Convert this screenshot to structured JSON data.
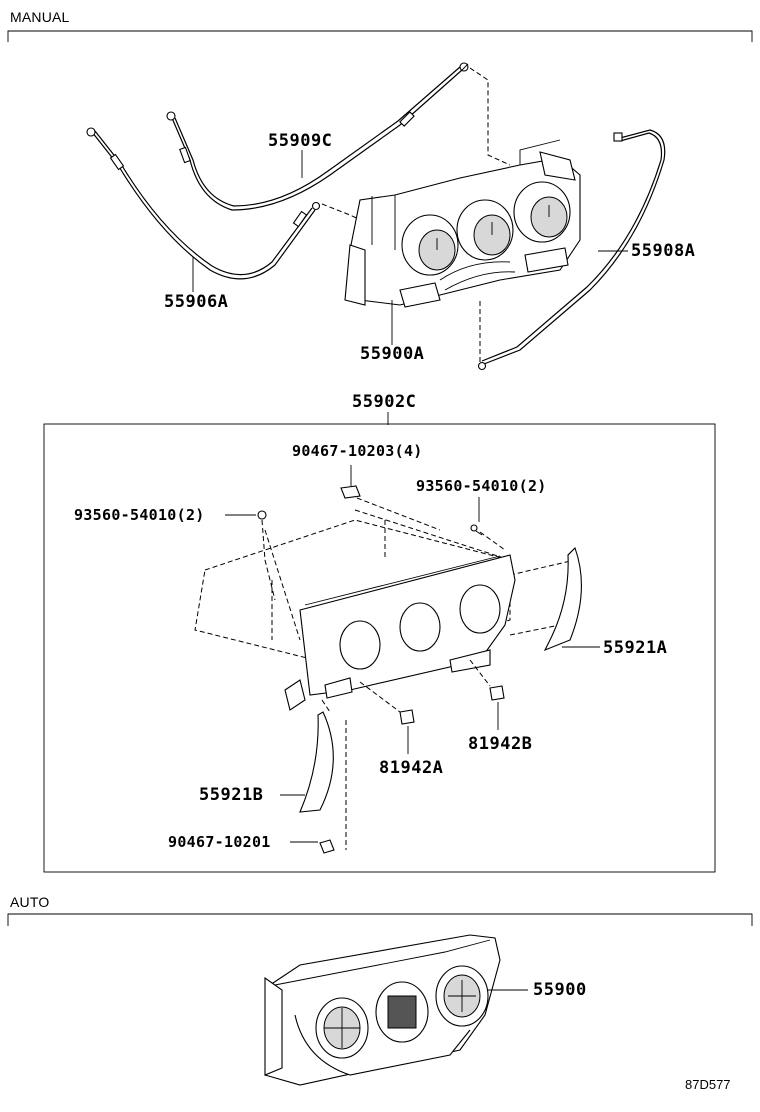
{
  "sections": {
    "manual": "MANUAL",
    "auto": "AUTO"
  },
  "parts": {
    "p55909C": "55909C",
    "p55906A": "55906A",
    "p55900A": "55900A",
    "p55908A": "55908A",
    "p55902C": "55902C",
    "p90467_10203": "90467-10203(4)",
    "p93560_54010_right": "93560-54010(2)",
    "p93560_54010_left": "93560-54010(2)",
    "p55921A": "55921A",
    "p81942B": "81942B",
    "p81942A": "81942A",
    "p55921B": "55921B",
    "p90467_10201": "90467-10201",
    "p55900": "55900"
  },
  "figure_code": "87D577",
  "icons": [
    "cable-icon",
    "heater-control-unit-icon",
    "bezel-icon",
    "clip-icon",
    "screw-icon",
    "auto-control-panel-icon"
  ]
}
